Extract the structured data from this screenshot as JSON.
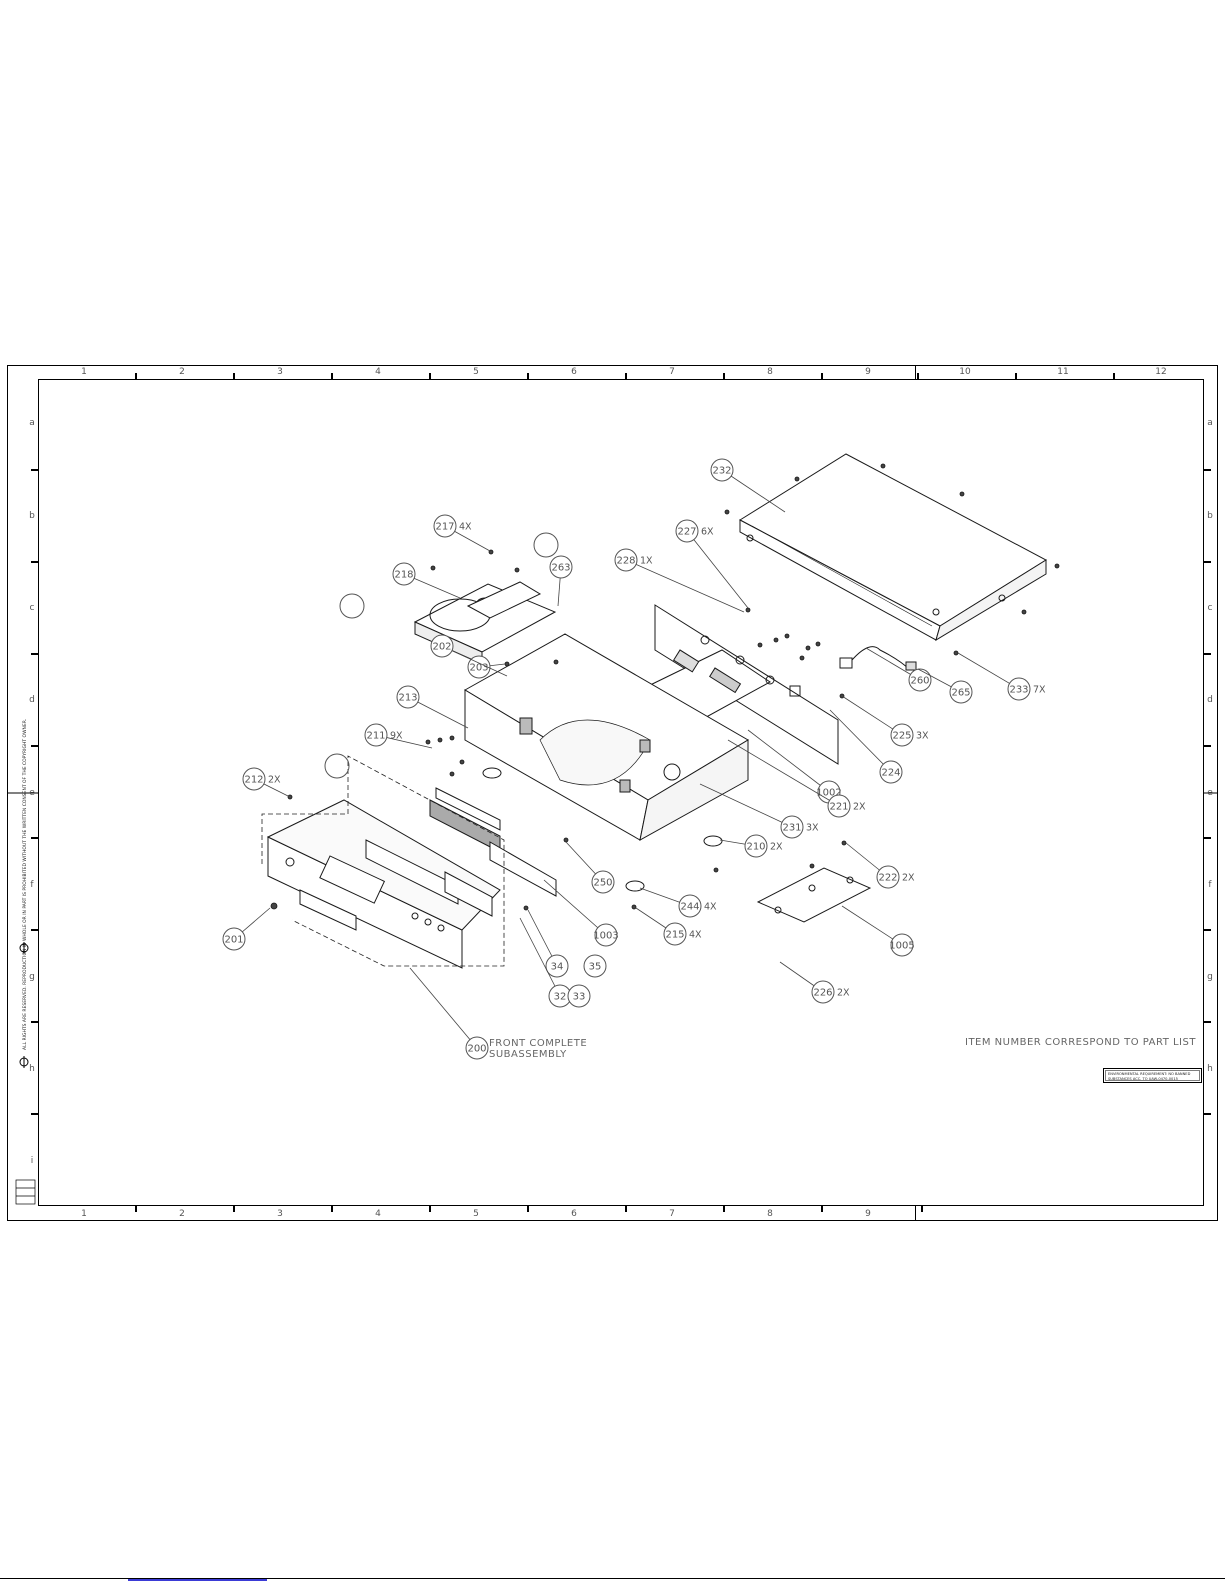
{
  "drawing": {
    "note": "ITEM NUMBER CORRESPOND TO PART LIST",
    "front_label": "FRONT COMPLETE",
    "front_label2": "SUBASSEMBLY",
    "env_box_line1": "ENVIRONMENTAL REQUIREMENT: NO BANNED",
    "env_box_line2": "SUBSTANCES ACC. TO UAW-0470-0015",
    "copyright": "ALL RIGHTS ARE RESERVED. REPRODUCTION IN WHOLE OR IN PART IS PROHIBITED WITHOUT THE WRITTEN CONSENT OF THE COPYRIGHT OWNER.",
    "grid_cols": [
      "1",
      "2",
      "3",
      "4",
      "5",
      "6",
      "7",
      "8",
      "9",
      "10",
      "11",
      "12"
    ],
    "grid_rows": [
      "a",
      "b",
      "c",
      "d",
      "e",
      "f",
      "g",
      "h",
      "i"
    ],
    "callouts": [
      {
        "num": "232",
        "qty": ""
      },
      {
        "num": "227",
        "qty": "6X"
      },
      {
        "num": "228",
        "qty": "1X"
      },
      {
        "num": "217",
        "qty": "4X"
      },
      {
        "num": "218",
        "qty": ""
      },
      {
        "num": "263",
        "qty": ""
      },
      {
        "num": "203",
        "qty": ""
      },
      {
        "num": "202",
        "qty": ""
      },
      {
        "num": "213",
        "qty": ""
      },
      {
        "num": "211",
        "qty": "9X"
      },
      {
        "num": "212",
        "qty": "2X"
      },
      {
        "num": "260",
        "qty": ""
      },
      {
        "num": "265",
        "qty": ""
      },
      {
        "num": "233",
        "qty": "7X"
      },
      {
        "num": "225",
        "qty": "3X"
      },
      {
        "num": "1002",
        "qty": ""
      },
      {
        "num": "224",
        "qty": ""
      },
      {
        "num": "221",
        "qty": "2X"
      },
      {
        "num": "231",
        "qty": "3X"
      },
      {
        "num": "210",
        "qty": "2X"
      },
      {
        "num": "222",
        "qty": "2X"
      },
      {
        "num": "250",
        "qty": ""
      },
      {
        "num": "1003",
        "qty": ""
      },
      {
        "num": "244",
        "qty": "4X"
      },
      {
        "num": "215",
        "qty": "4X"
      },
      {
        "num": "1005",
        "qty": ""
      },
      {
        "num": "201",
        "qty": ""
      },
      {
        "num": "34",
        "qty": ""
      },
      {
        "num": "35",
        "qty": ""
      },
      {
        "num": "32",
        "qty": ""
      },
      {
        "num": "33",
        "qty": ""
      },
      {
        "num": "226",
        "qty": "2X"
      },
      {
        "num": "200",
        "qty": ""
      }
    ]
  }
}
